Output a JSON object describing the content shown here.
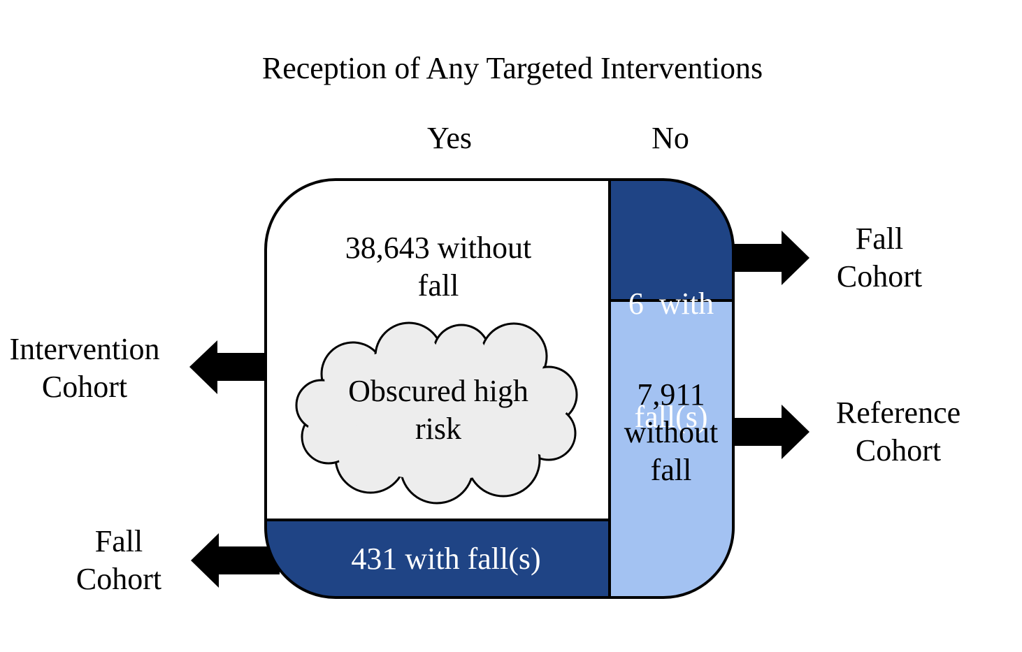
{
  "title": "Reception of Any Targeted Interventions",
  "columns": {
    "yes": "Yes",
    "no": "No"
  },
  "cells": {
    "yes_without_fall": [
      "38,643 without",
      "fall"
    ],
    "yes_with_fall": "431 with fall(s)",
    "no_with_fall": [
      "6  with",
      "fall(s)"
    ],
    "no_without_fall": [
      "7,911",
      "without",
      "fall"
    ]
  },
  "cloud": [
    "Obscured high",
    "risk"
  ],
  "outcomes": {
    "intervention_cohort": [
      "Intervention",
      "Cohort"
    ],
    "fall_cohort_left": [
      "Fall",
      "Cohort"
    ],
    "fall_cohort_right": [
      "Fall",
      "Cohort"
    ],
    "reference_cohort": [
      "Reference",
      "Cohort"
    ]
  },
  "colors": {
    "dark_blue": "#1f4485",
    "light_blue": "#a3c2f2",
    "cloud_fill": "#ededed",
    "outline": "#000000"
  }
}
